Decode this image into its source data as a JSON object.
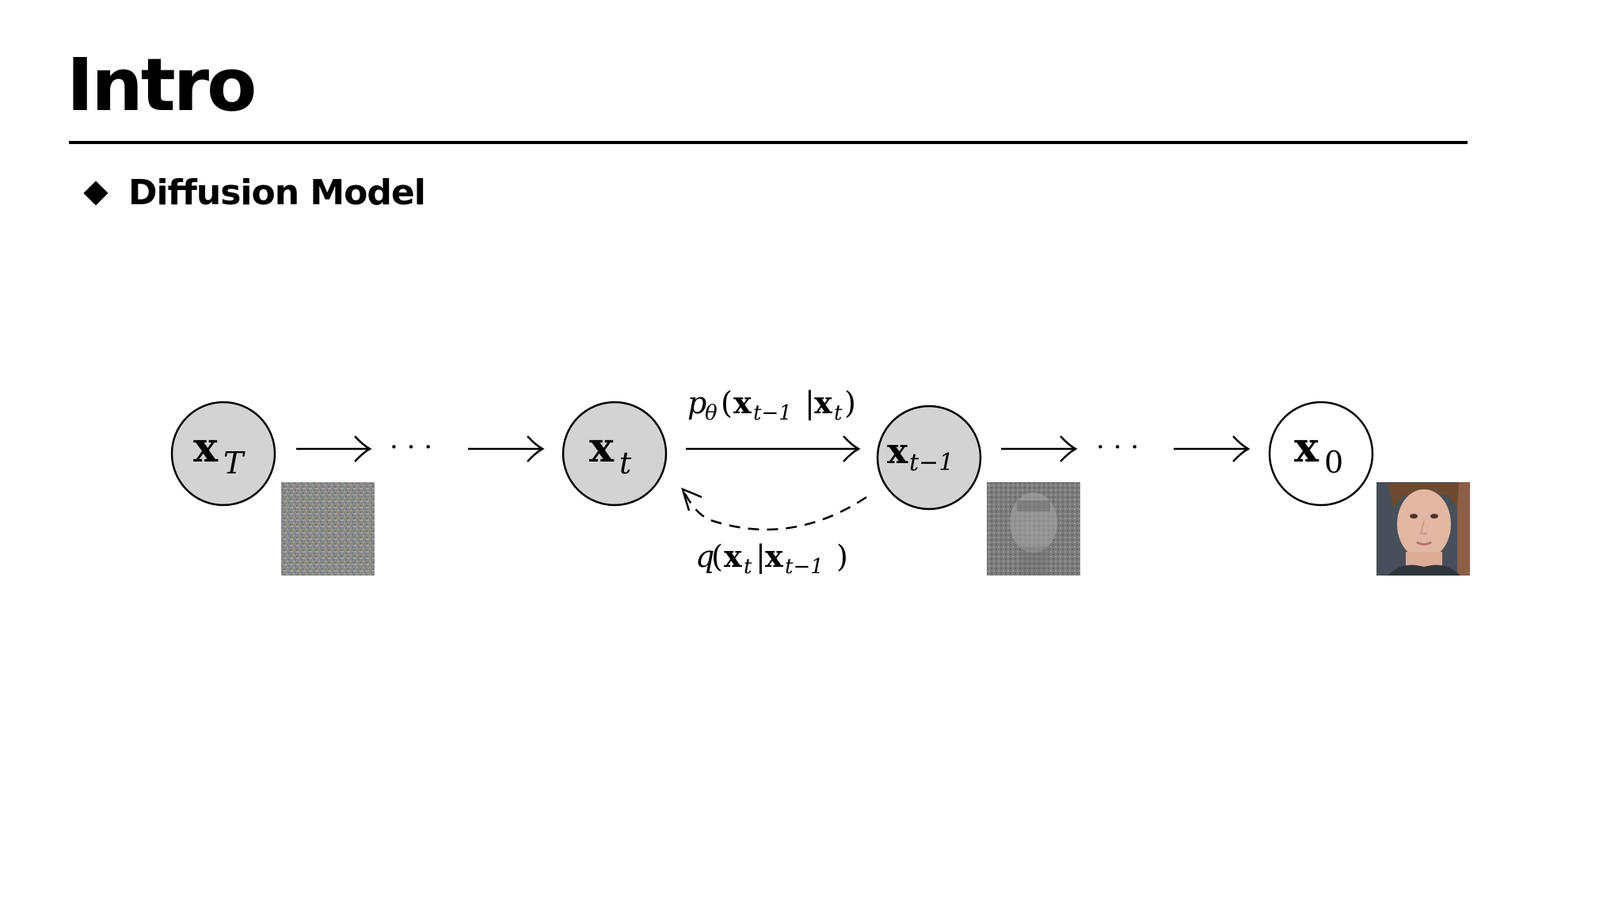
{
  "slide": {
    "title": "Intro",
    "bullet": "Diffusion Model"
  },
  "diagram": {
    "nodes": [
      {
        "id": "xT",
        "main": "x",
        "sub": "T",
        "filled": true
      },
      {
        "id": "xt",
        "main": "x",
        "sub": "t",
        "filled": true
      },
      {
        "id": "xt-1",
        "main": "x",
        "sub": "t−1",
        "filled": true
      },
      {
        "id": "x0",
        "main": "x",
        "sub": "0",
        "filled": false
      }
    ],
    "ellipsis": "· · ·",
    "reverse_label": {
      "p": "p",
      "theta": "θ",
      "open": "(",
      "x1": "x",
      "s1": "t−1",
      "bar": "|",
      "x2": "x",
      "s2": "t",
      "close": ")"
    },
    "forward_label": {
      "q": "q",
      "open": "(",
      "x1": "x",
      "s1": "t",
      "bar": "|",
      "x2": "x",
      "s2": "t−1",
      "close": ")"
    },
    "colors": {
      "node_fill": "#d3d3d3",
      "stroke": "#000000"
    },
    "images": [
      "pure-noise-image",
      "noisy-face-image",
      "clean-face-image"
    ]
  }
}
